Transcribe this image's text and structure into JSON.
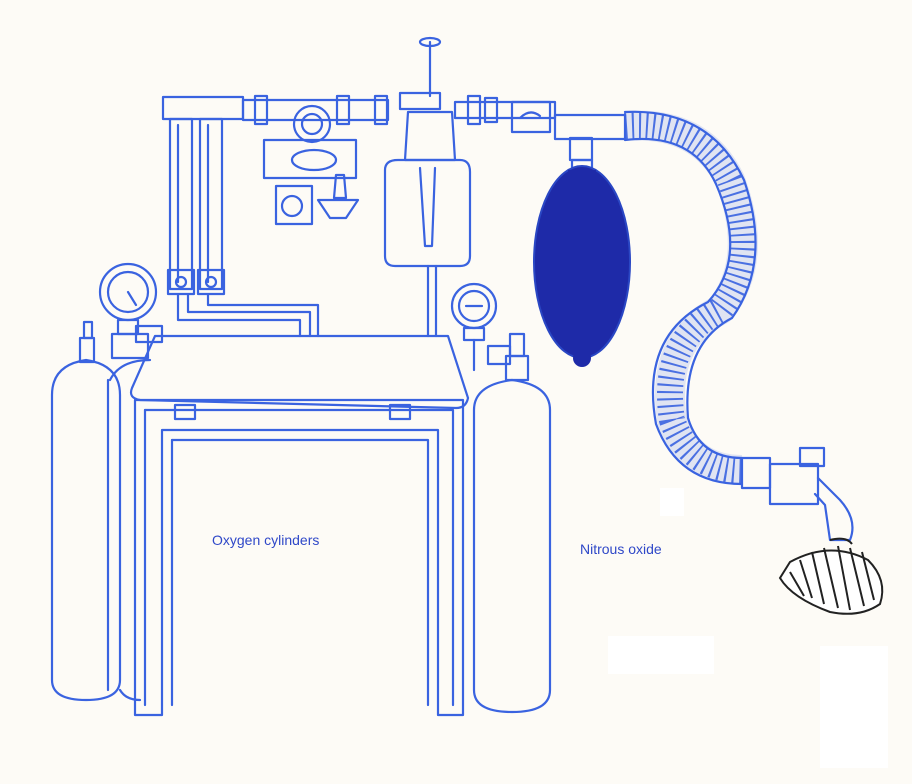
{
  "labels": {
    "oxygen": "Oxygen cylinders",
    "nitrous": "Nitrous oxide"
  },
  "colors": {
    "line": "#3a63e0",
    "line_dark": "#2a47c4",
    "bag_fill": "#1e2aa8",
    "mask_line": "#222222",
    "background": "#fdfbf6"
  },
  "components": [
    "flowmeter-bank",
    "vaporizer",
    "reservoir-bag",
    "corrugated-tube",
    "face-mask",
    "oxygen-cylinder",
    "nitrous-oxide-cylinder",
    "pressure-gauge",
    "trolley"
  ]
}
